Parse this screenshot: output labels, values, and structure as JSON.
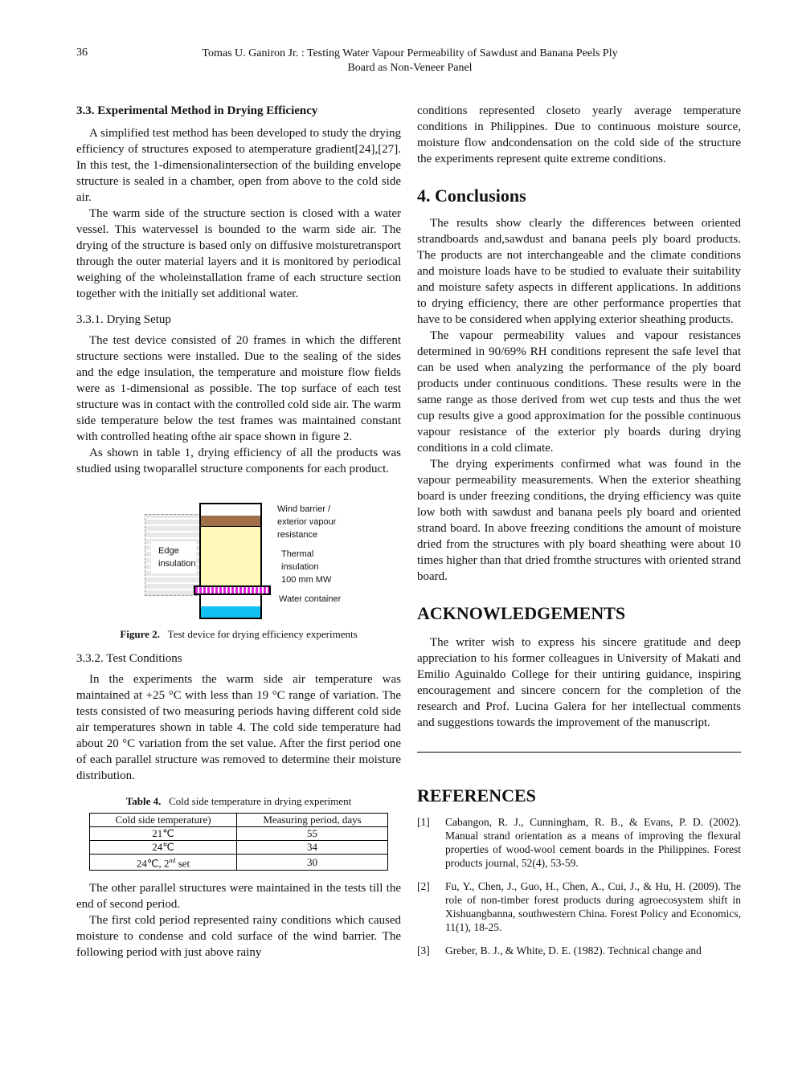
{
  "header": {
    "page_number": "36",
    "title_line1": "Tomas U. Ganiron Jr. :   Testing Water Vapour Permeability of Sawdust and Banana Peels Ply",
    "title_line2": "Board as Non-Veneer Panel"
  },
  "s33": {
    "heading": "3.3. Experimental Method in Drying Efficiency",
    "p1": "A simplified test method has been developed to study the drying efficiency of structures exposed to atemperature gradient[24],[27]. In this test, the 1-dimensionalintersection of the building envelope structure is sealed in a chamber, open from above to the cold side air.",
    "p2": "The warm side of the structure section is closed with a water vessel. This watervessel is bounded to the warm side air. The drying of the structure is based only on diffusive moisturetransport through the outer material layers and it is monitored by periodical weighing of the wholeinstallation frame of each structure section together with the initially set additional water."
  },
  "s331": {
    "heading": "3.3.1. Drying Setup",
    "p1": "The test device consisted of 20 frames in which the different structure sections were installed. Due to the sealing of the sides and the edge insulation, the temperature and moisture flow fields were as 1-dimensional as possible. The top surface of each test structure was in contact with the controlled cold side air. The warm side temperature below the test frames was maintained constant with controlled heating ofthe air space shown in figure 2.",
    "p2": "As shown in table 1, drying efficiency of all the products was studied using twoparallel structure components for each product."
  },
  "figure": {
    "labels": {
      "wind": "Wind barrier /",
      "wind2": "exterior vapour",
      "wind3": "resistance",
      "thermal": "Thermal",
      "thermal2": "insulation",
      "thermal3": "100 mm MW",
      "edge": "Edge",
      "edge2": "insulation",
      "water": "Water container"
    },
    "caption_label": "Figure 2.",
    "caption": "Test device for drying efficiency experiments"
  },
  "s332": {
    "heading": "3.3.2. Test Conditions",
    "p1": "In the experiments the warm side air temperature was maintained at +25 °C with less than 19 °C range of variation. The tests consisted of two measuring periods having different cold side air temperatures shown in table 4. The cold side temperature had about 20 °C variation from the set value. After the first period one of each parallel structure was removed to determine their moisture distribution.",
    "p2": "The other parallel structures were maintained in the tests till the end of second period.",
    "p3": "The first cold period represented rainy conditions which caused moisture to condense and cold surface of the wind barrier. The following period with just above rainy",
    "p4": "conditions represented closeto yearly average temperature conditions in Philippines. Due to continuous moisture source, moisture flow andcondensation on the cold side of the structure the experiments represent quite extreme conditions."
  },
  "table": {
    "label": "Table 4.",
    "caption": "Cold side temperature in drying experiment",
    "headers": [
      "Cold side temperature)",
      "Measuring period, days"
    ],
    "rows": [
      [
        "21℃",
        "55"
      ],
      [
        "24℃",
        "34"
      ],
      [
        "24℃, 2",
        "30"
      ]
    ],
    "superscript": "nd",
    "suffix": " set"
  },
  "conclusions": {
    "heading": "4. Conclusions",
    "p1": "The results show clearly the differences between oriented strandboards and,sawdust and banana peels ply board products. The products are not interchangeable and the climate conditions and moisture loads have to be studied to evaluate their suitability and moisture safety aspects in different applications. In additions to drying efficiency, there are other performance properties that have to be considered when applying exterior sheathing products.",
    "p2": "The vapour permeability values and vapour resistances determined in 90/69% RH conditions represent the safe level that can be used when analyzing the performance of the ply board products under continuous conditions. These results were in the same range as those derived from wet cup tests and thus the wet cup results give a good approximation for the possible continuous vapour resistance of the exterior ply boards during drying conditions in a cold climate.",
    "p3": "The drying experiments confirmed what was found in the vapour permeability measurements. When the exterior sheathing board is under freezing conditions, the drying efficiency was quite low both with sawdust and banana peels ply board and oriented strand board. In above freezing conditions the amount of moisture dried from the structures with ply board sheathing were about 10 times higher than that dried fromthe structures with oriented strand board."
  },
  "ack": {
    "heading": "ACKNOWLEDGEMENTS",
    "p1": "The writer wish to express his sincere gratitude and deep appreciation to his former colleagues in University of Makati and Emilio Aguinaldo College for their untiring guidance, inspiring encouragement and sincere concern for the completion of the research and Prof. Lucina Galera for her intellectual comments and suggestions towards the improvement of the manuscript."
  },
  "references": {
    "heading": "REFERENCES",
    "items": [
      {
        "n": "[1]",
        "text": "Cabangon, R. J., Cunningham, R. B., & Evans, P. D. (2002). Manual strand orientation as a means of improving the flexural properties of wood-wool cement boards in the Philippines. Forest products journal, 52(4), 53-59."
      },
      {
        "n": "[2]",
        "text": "Fu, Y., Chen, J., Guo, H., Chen, A., Cui, J., & Hu, H. (2009). The role of non-timber forest products during agroecosystem shift in Xishuangbanna, southwestern China. Forest Policy and Economics, 11(1), 18-25."
      },
      {
        "n": "[3]",
        "text": "Greber, B. J., & White, D. E. (1982). Technical change and"
      }
    ]
  }
}
